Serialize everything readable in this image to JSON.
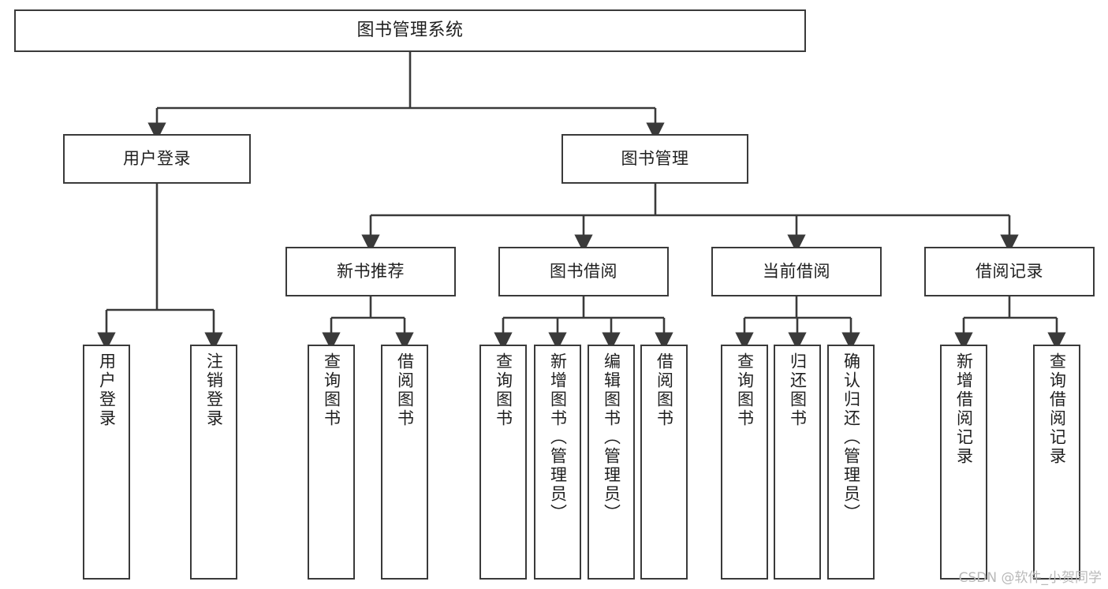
{
  "diagram": {
    "title": "图书管理系统",
    "type": "tree-hierarchy-diagram",
    "watermark": "CSDN @软件_小贺同学",
    "colors": {
      "node_border": "#3a3a3a",
      "node_fill": "#ffffff",
      "edge": "#3a3a3a",
      "text": "#1f1f1f",
      "background": "#ffffff",
      "watermark": "#b9b9b9"
    }
  },
  "nodes": {
    "root": {
      "label": "图书管理系统"
    },
    "level2": [
      {
        "label": "用户登录"
      },
      {
        "label": "图书管理"
      }
    ],
    "level3": [
      {
        "label": "新书推荐"
      },
      {
        "label": "图书借阅"
      },
      {
        "label": "当前借阅"
      },
      {
        "label": "借阅记录"
      }
    ],
    "leaves": {
      "user_login": [
        {
          "label": "用户登录"
        },
        {
          "label": "注销登录"
        }
      ],
      "new_book_recommend": [
        {
          "label": "查询图书"
        },
        {
          "label": "借阅图书"
        }
      ],
      "book_borrow": [
        {
          "label": "查询图书"
        },
        {
          "label": "新增图书（管理员）"
        },
        {
          "label": "编辑图书（管理员）"
        },
        {
          "label": "借阅图书"
        }
      ],
      "current_borrow": [
        {
          "label": "查询图书"
        },
        {
          "label": "归还图书"
        },
        {
          "label": "确认归还（管理员）"
        }
      ],
      "borrow_record": [
        {
          "label": "新增借阅记录"
        },
        {
          "label": "查询借阅记录"
        }
      ]
    }
  }
}
